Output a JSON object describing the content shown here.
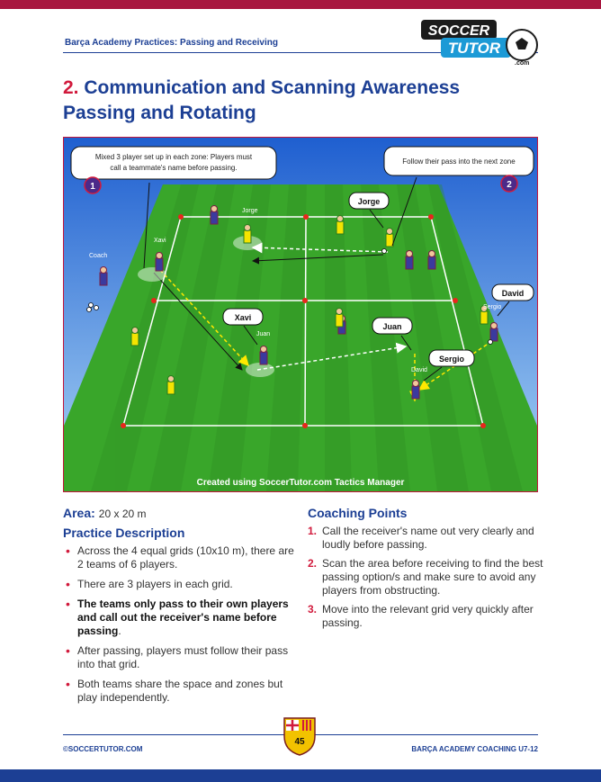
{
  "header": {
    "title": "Barça Academy Practices: Passing and Receiving",
    "logo_line1": "SOCCER",
    "logo_line2": "TUTOR",
    "logo_line3": ".com"
  },
  "title": {
    "number": "2.",
    "line1": " Communication and Scanning Awareness",
    "line2": "Passing and Rotating"
  },
  "diagram": {
    "callout1": "Mixed 3 player set up in each zone: Players must call a teammate's name before passing.",
    "callout1_line1": "Mixed 3 player set up in each zone: Players must",
    "callout1_line2": "call a teammate's name before passing.",
    "callout1_marker": "1",
    "callout2": "Follow their pass into the next zone",
    "callout2_marker": "2",
    "credit": "Created using SoccerTutor.com Tactics Manager",
    "bubbles": [
      "Jorge",
      "Xavi",
      "Juan",
      "Sergio",
      "David"
    ],
    "player_labels": [
      "Jorge",
      "Xavi",
      "Coach",
      "Juan",
      "Sergio",
      "David"
    ]
  },
  "area": {
    "label": "Area:",
    "value": "20 x 20 m"
  },
  "practice": {
    "heading": "Practice Description",
    "bullets": [
      "Across the 4 equal grids (10x10 m), there are 2 teams of 6 players.",
      "There are 3 players in each grid.",
      "The teams only pass to their own players and call out the receiver's name before passing",
      "After passing, players must follow their pass into that grid.",
      "Both teams share the space and zones but play independently."
    ],
    "bullet3_tail": "."
  },
  "coaching": {
    "heading": "Coaching Points",
    "points": [
      {
        "n": "1.",
        "text": "Call the receiver's name out very clearly and loudly before passing."
      },
      {
        "n": "2.",
        "text": "Scan the area before receiving to find the best passing option/s and make sure to avoid any players from obstructing."
      },
      {
        "n": "3.",
        "text": "Move into the relevant grid very quickly after passing."
      }
    ]
  },
  "footer": {
    "left": "©SOCCERTUTOR.COM",
    "right": "BARÇA ACADEMY COACHING U7-12",
    "page": "45"
  },
  "colors": {
    "brand_blue": "#1c3f94",
    "accent_red": "#d11a3c",
    "pitch_green": "#3fae2a"
  }
}
